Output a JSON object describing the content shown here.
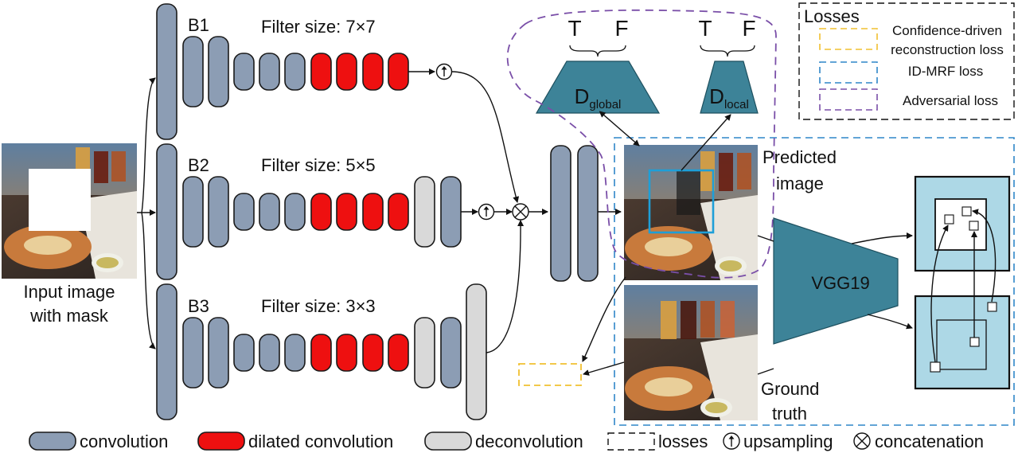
{
  "input": {
    "caption_line1": "Input image",
    "caption_line2": "with mask"
  },
  "branches": [
    {
      "label": "B1",
      "filter": "Filter size: 7×7"
    },
    {
      "label": "B2",
      "filter": "Filter size: 5×5"
    },
    {
      "label": "B3",
      "filter": "Filter size: 3×3"
    }
  ],
  "discriminators": {
    "global": {
      "main": "D",
      "sub": "global",
      "real": "T",
      "fake": "F"
    },
    "local": {
      "main": "D",
      "sub": "local",
      "real": "T",
      "fake": "F"
    }
  },
  "predicted": {
    "line1": "Predicted",
    "line2": "image"
  },
  "ground_truth": {
    "line1": "Ground",
    "line2": "truth"
  },
  "vgg": {
    "label": "VGG19"
  },
  "losses_box": {
    "title": "Losses",
    "items": [
      {
        "line1": "Confidence-driven",
        "line2": "reconstruction loss",
        "color": "#f0c030"
      },
      {
        "line1": "ID-MRF loss",
        "line2": "",
        "color": "#2f86c8"
      },
      {
        "line1": "Adversarial loss",
        "line2": "",
        "color": "#7a4fa8"
      }
    ]
  },
  "legend": {
    "convolution": "convolution",
    "dilated": "dilated convolution",
    "deconvolution": "deconvolution",
    "losses": "losses",
    "upsampling": "upsampling",
    "concatenation": "concatenation"
  },
  "colors": {
    "convolution": "#8c9db4",
    "dilated": "#ee1010",
    "deconvolution": "#d9d9d9",
    "network": "#3d8398",
    "feature_map": "#add8e6"
  },
  "icons": {
    "upsampling": "circled-up-arrow-icon",
    "concatenation": "circled-times-icon"
  }
}
